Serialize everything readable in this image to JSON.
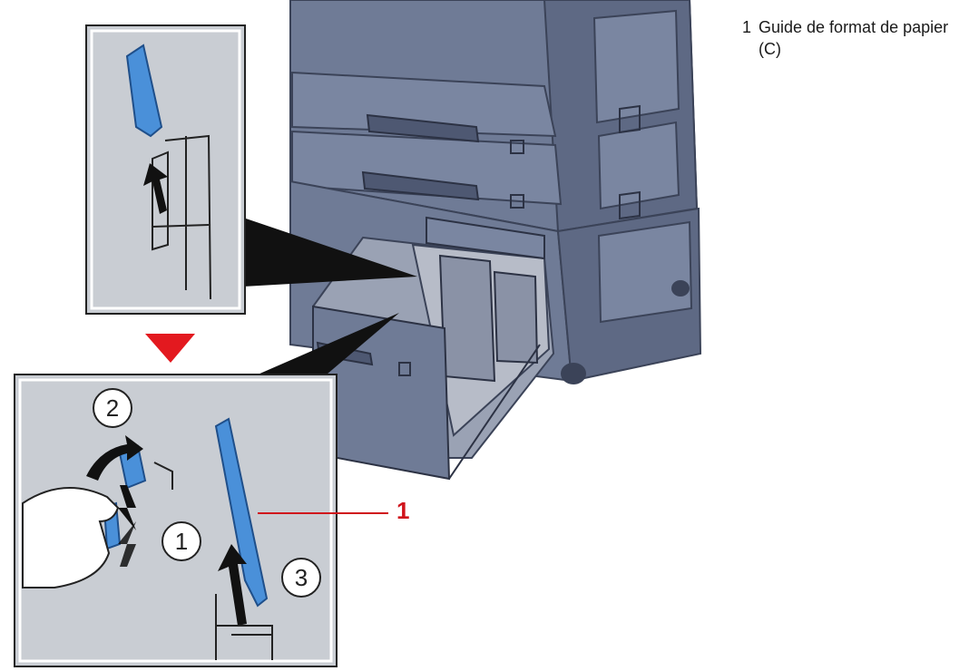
{
  "legend": {
    "items": [
      {
        "number": "1",
        "label": "Guide de format de papier (C)"
      }
    ]
  },
  "callout": {
    "number": "1"
  },
  "steps": [
    "2",
    "1",
    "3"
  ],
  "colors": {
    "machine_body": "#6f7b96",
    "machine_dark": "#4e5872",
    "panel_bg": "#c9cdd3",
    "guide_blue": "#4a90d9",
    "callout_red": "#d0141c",
    "arrow_red": "#e3191f"
  }
}
